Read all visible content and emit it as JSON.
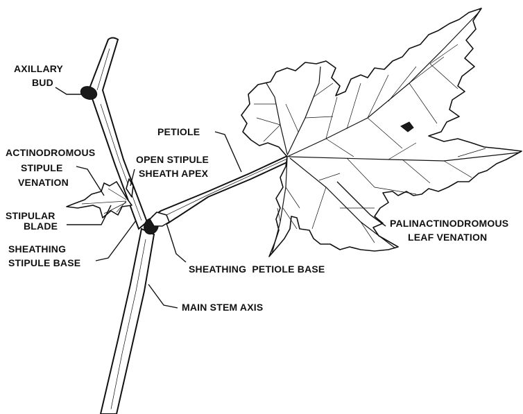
{
  "colors": {
    "ink": "#111111",
    "paper": "#ffffff"
  },
  "labels": {
    "axillary_bud_1": "AXILLARY",
    "axillary_bud_2": "BUD",
    "actinodromous_1": "ACTINODROMOUS",
    "actinodromous_2": "STIPULE",
    "actinodromous_3": "VENATION",
    "open_stipule_1": "OPEN STIPULE",
    "open_stipule_2": "SHEATH APEX",
    "petiole": "PETIOLE",
    "stipular_blade_1": "STIPULAR",
    "stipular_blade_2": "BLADE",
    "sheathing_stipule_1": "SHEATHING",
    "sheathing_stipule_2": "STIPULE BASE",
    "sheathing_petiole": "SHEATHING  PETIOLE BASE",
    "palinactinodromous_1": "PALINACTINODROMOUS",
    "palinactinodromous_2": "LEAF VENATION",
    "main_stem": "MAIN STEM AXIS"
  }
}
